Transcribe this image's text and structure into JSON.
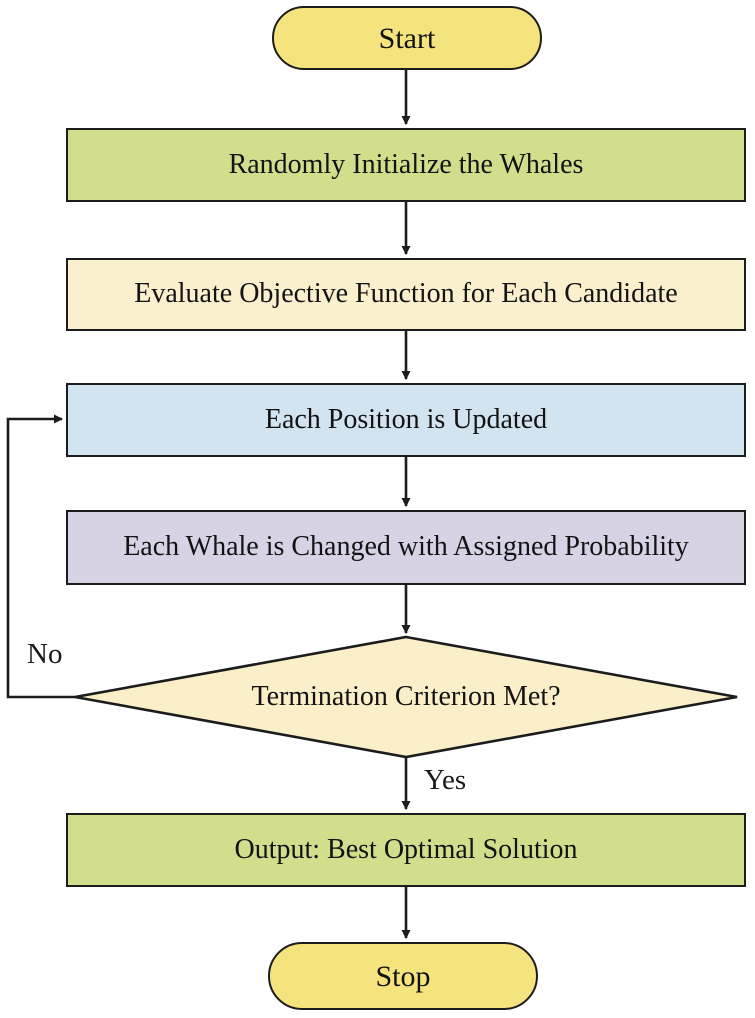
{
  "diagram": {
    "nodes": [
      {
        "id": "start",
        "type": "terminator",
        "label": "Start",
        "fill": "#F5E37D"
      },
      {
        "id": "init",
        "type": "process",
        "label": "Randomly Initialize the Whales",
        "fill": "#D2DE8C"
      },
      {
        "id": "evaluate",
        "type": "process",
        "label": "Evaluate Objective Function for Each Candidate",
        "fill": "#FBF0CE"
      },
      {
        "id": "update",
        "type": "process",
        "label": "Each Position is Updated",
        "fill": "#D1E4F0"
      },
      {
        "id": "mutate",
        "type": "process",
        "label": "Each Whale is Changed with Assigned Probability",
        "fill": "#D8D2E5"
      },
      {
        "id": "decision",
        "type": "decision",
        "label": "Termination Criterion Met?",
        "fill": "#FAEFC9"
      },
      {
        "id": "output",
        "type": "process",
        "label": "Output: Best Optimal Solution",
        "fill": "#D2DE8C"
      },
      {
        "id": "stop",
        "type": "terminator",
        "label": "Stop",
        "fill": "#F5E37D"
      }
    ],
    "edges": {
      "no_label": "No",
      "yes_label": "Yes"
    },
    "line_color": "#1c1c1c"
  }
}
